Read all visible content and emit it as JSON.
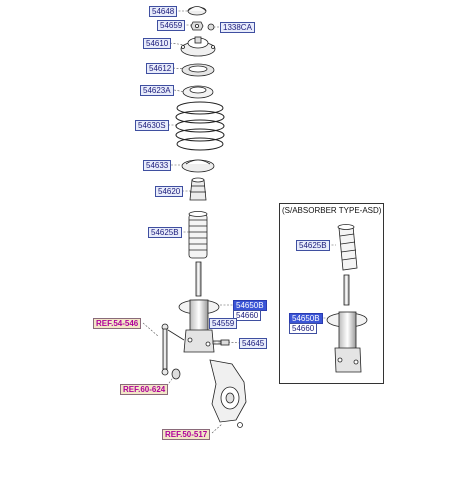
{
  "labels": {
    "p54648": "54648",
    "p54659": "54659",
    "p1338ca": "1338CA",
    "p54610": "54610",
    "p54612": "54612",
    "p54623a": "54623A",
    "p54630s": "54630S",
    "p54633": "54633",
    "p54620": "54620",
    "p54625b": "54625B",
    "p54650b": "54650B",
    "p54660": "54660",
    "p54559": "54559",
    "p54645": "54645",
    "asd_54625b": "54625B",
    "asd_54650b": "54650B",
    "asd_54660": "54660"
  },
  "refs": {
    "ref_54645": "REF.54-546",
    "ref_60624": "REF.60-624",
    "ref_50517": "REF.50-517"
  },
  "inset": {
    "title": "(S/ABSORBER TYPE-ASD)"
  },
  "colors": {
    "label_bg": "#e8ecfb",
    "label_text": "#1a1a7a",
    "highlight_bg": "#3b55d6",
    "ref_text": "#b0009a",
    "ref_bg": "#f2e6c7"
  }
}
